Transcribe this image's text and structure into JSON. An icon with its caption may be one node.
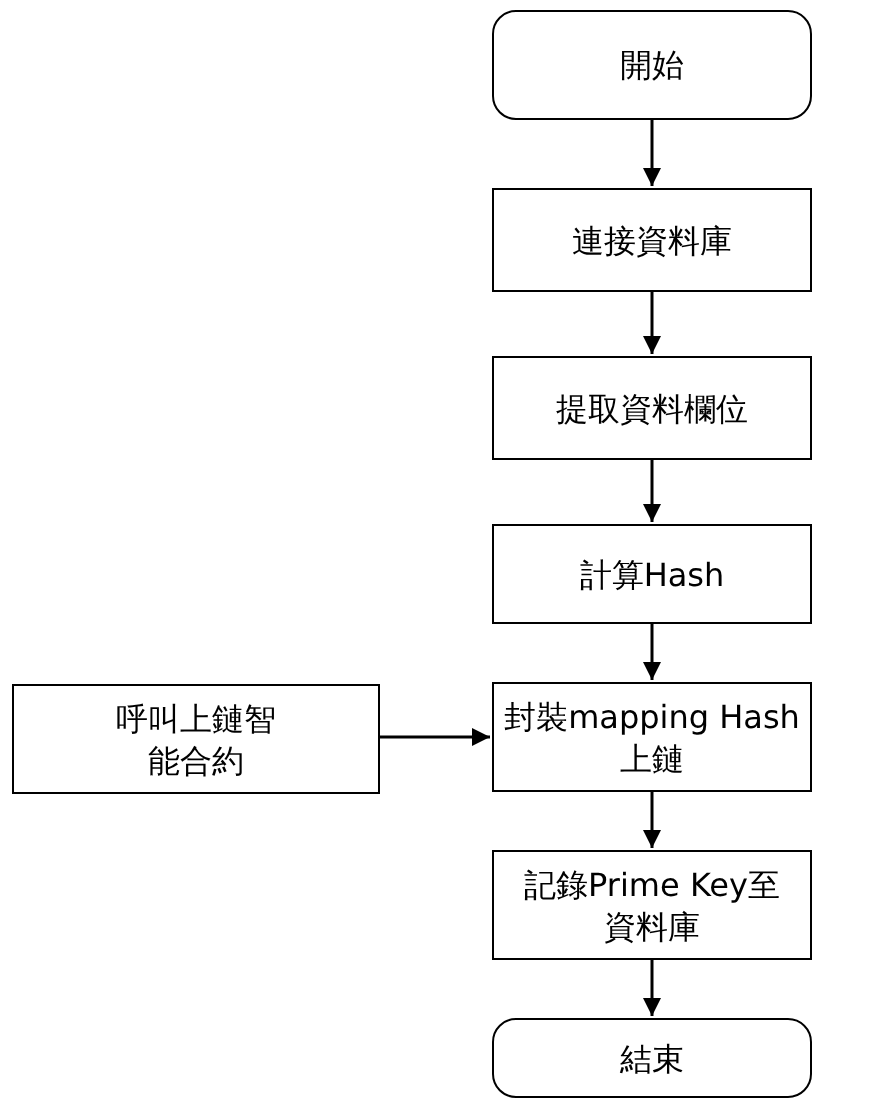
{
  "diagram": {
    "nodes": [
      {
        "text": [
          "開始"
        ]
      },
      {
        "text": [
          "連接資料庫"
        ]
      },
      {
        "text": [
          "提取資料欄位"
        ]
      },
      {
        "text": [
          "計算Hash"
        ]
      },
      {
        "text": [
          "封裝mapping Hash上鏈"
        ]
      },
      {
        "text": [
          "呼叫上鏈智能合約"
        ]
      },
      {
        "text": [
          "記錄Prime Key至資料庫"
        ]
      },
      {
        "text": [
          "結束"
        ]
      }
    ],
    "edges": [
      {
        "from": 0,
        "to": 1,
        "arrow": "to"
      },
      {
        "from": 1,
        "to": 2,
        "arrow": "to"
      },
      {
        "from": 2,
        "to": 3,
        "arrow": "to"
      },
      {
        "from": 3,
        "to": 4,
        "arrow": "to"
      },
      {
        "from": 5,
        "to": 4,
        "arrow": "to"
      },
      {
        "from": 4,
        "to": 6,
        "arrow": "to"
      },
      {
        "from": 6,
        "to": 7,
        "arrow": "to"
      }
    ]
  }
}
